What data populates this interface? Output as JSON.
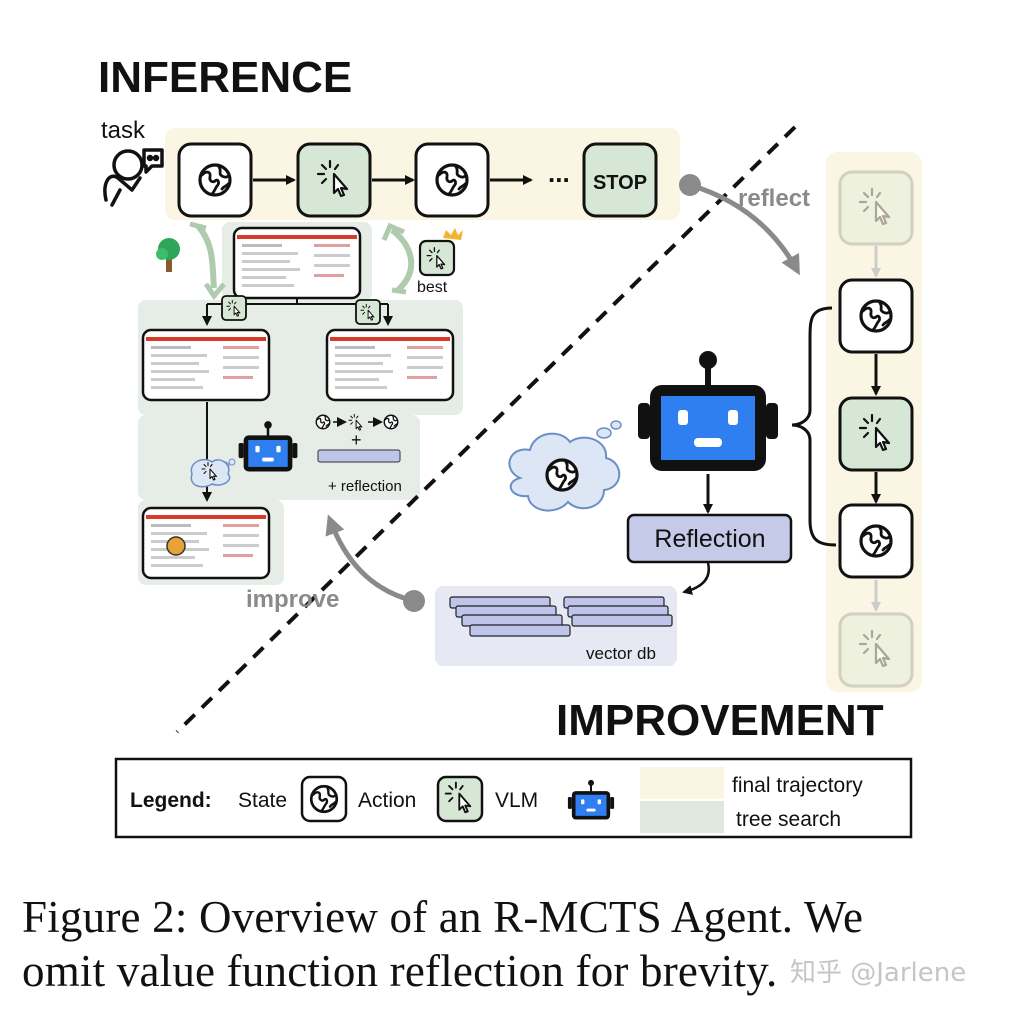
{
  "headings": {
    "inference": "INFERENCE",
    "improvement": "IMPROVEMENT"
  },
  "labels": {
    "task": "task",
    "stop": "STOP",
    "ellipsis": "...",
    "best": "best",
    "plus": "+",
    "plus_reflection": "+ reflection",
    "reflect": "reflect",
    "improve": "improve",
    "reflection_box": "Reflection",
    "vector_db": "vector db"
  },
  "legend": {
    "title": "Legend:",
    "state": "State",
    "action": "Action",
    "vlm": "VLM",
    "final_trajectory": "final trajectory",
    "tree_search": "tree search"
  },
  "caption": {
    "line1": "Figure 2: Overview of an R-MCTS Agent. We",
    "line2": "omit value function reflection for brevity."
  },
  "watermark": "知乎 @Jarlene",
  "icons": [
    "globe-icon",
    "cursor-click-icon",
    "robot-icon",
    "person-chat-icon",
    "tree-icon",
    "crown-icon",
    "thought-cloud-icon"
  ],
  "colors": {
    "final_trajectory": "#fbf6e3",
    "tree_search": "#e6ece6",
    "action_box": "#d6e8d5",
    "reflection_box": "#c5cae8",
    "vector_db": "#e6e8f4",
    "vector_bar": "#bec4ea",
    "robot_screen": "#2f7ff0",
    "arrow_gray": "#8a8a8a"
  }
}
